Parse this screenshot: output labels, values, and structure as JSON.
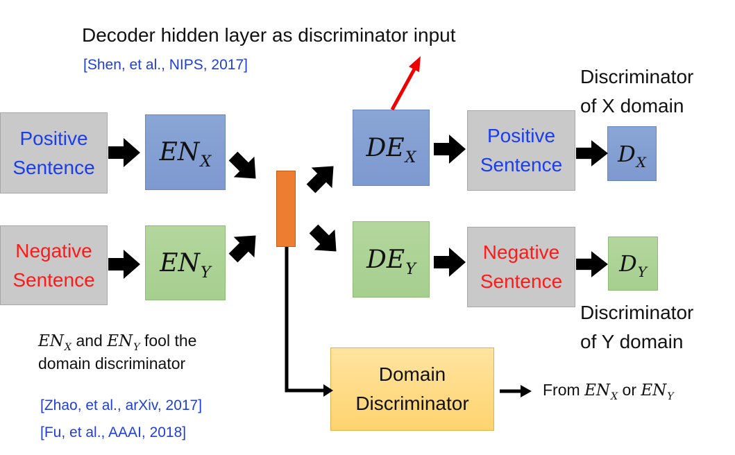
{
  "title": "Decoder hidden layer as discriminator input",
  "citations": {
    "shen": "[Shen, et al., NIPS, 2017]",
    "zhao": "[Zhao, et al., arXiv, 2017]",
    "fu": "[Fu, et al., AAAI, 2018]"
  },
  "inputs": {
    "positive": {
      "line1": "Positive",
      "line2": "Sentence"
    },
    "negative": {
      "line1": "Negative",
      "line2": "Sentence"
    }
  },
  "encoders": {
    "x": {
      "base": "EN",
      "sub": "X"
    },
    "y": {
      "base": "EN",
      "sub": "Y"
    }
  },
  "decoders": {
    "x": {
      "base": "DE",
      "sub": "X"
    },
    "y": {
      "base": "DE",
      "sub": "Y"
    }
  },
  "outputs": {
    "positive": {
      "line1": "Positive",
      "line2": "Sentence"
    },
    "negative": {
      "line1": "Negative",
      "line2": "Sentence"
    }
  },
  "discriminators": {
    "x": {
      "base": "D",
      "sub": "X",
      "caption_line1": "Discriminator",
      "caption_line2": "of X domain"
    },
    "y": {
      "base": "D",
      "sub": "Y",
      "caption_line1": "Discriminator",
      "caption_line2": "of Y domain"
    }
  },
  "domain_discriminator": {
    "line1": "Domain",
    "line2": "Discriminator",
    "output_prefix": "From",
    "output_a_base": "EN",
    "output_a_sub": "X",
    "output_joiner": "or",
    "output_b_base": "EN",
    "output_b_sub": "Y"
  },
  "fool_note": {
    "a_base": "EN",
    "a_sub": "X",
    "joiner": "and",
    "b_base": "EN",
    "b_sub": "Y",
    "suffix": "fool the",
    "line2": "domain discriminator"
  },
  "colors": {
    "positive_text": "#1a3df0",
    "negative_text": "#ff1a1a",
    "x_domain": "#8aa6d6",
    "y_domain": "#a6cf8f",
    "hidden_layer": "#ed7d31",
    "domain_discriminator": "#ffd36f",
    "highlight_arrow": "#ee0000"
  }
}
